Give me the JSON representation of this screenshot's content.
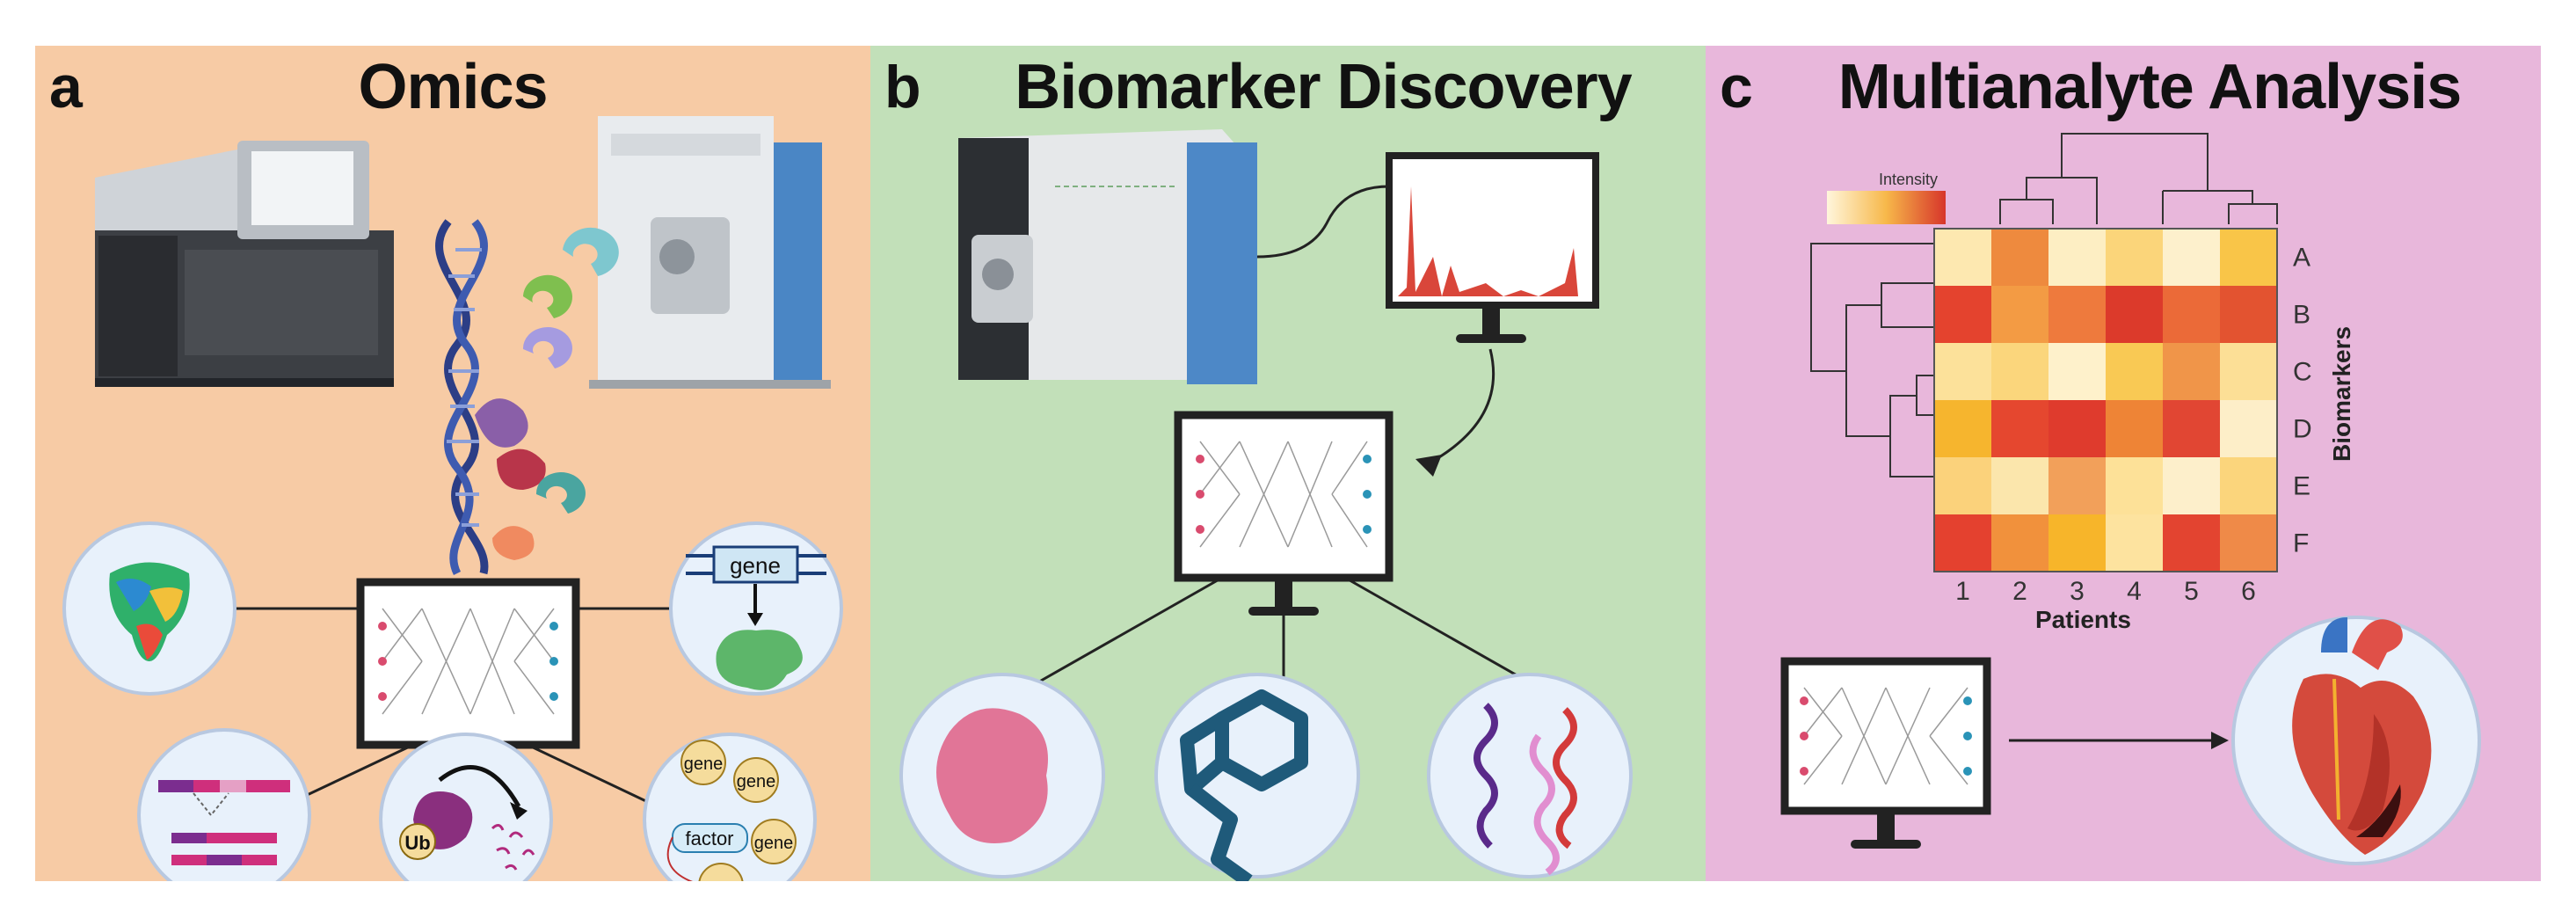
{
  "panels": [
    {
      "letter": "a",
      "title": "Omics"
    },
    {
      "letter": "b",
      "title": "Biomarker Discovery"
    },
    {
      "letter": "c",
      "title": "Multianalyte Analysis"
    }
  ],
  "omics_labels": {
    "gene_top": "gene",
    "ub": "Ub",
    "factor": "factor",
    "gene_nodes": [
      "gene",
      "gene",
      "gene",
      "gene"
    ]
  },
  "heatmap": {
    "legend_label": "Intensity",
    "row_labels": [
      "A",
      "B",
      "C",
      "D",
      "E",
      "F"
    ],
    "col_labels": [
      "1",
      "2",
      "3",
      "4",
      "5",
      "6"
    ],
    "x_title": "Patients",
    "y_title": "Biomarkers",
    "colors": [
      [
        "#fde8b0",
        "#ee8a3e",
        "#fdeec3",
        "#fbd57a",
        "#fdf0cc",
        "#f9c548"
      ],
      [
        "#e4432e",
        "#f39b44",
        "#ee7a3d",
        "#dc3a2b",
        "#eb6a38",
        "#e35330"
      ],
      [
        "#fce19a",
        "#fbd67c",
        "#fef1cb",
        "#f9c954",
        "#f09549",
        "#fcdf96"
      ],
      [
        "#f6b52e",
        "#e5472f",
        "#df3b2d",
        "#ee8436",
        "#e14633",
        "#fdeec8"
      ],
      [
        "#fbd27b",
        "#fbe6ac",
        "#f2a05a",
        "#fde198",
        "#fdefcb",
        "#fbd57c"
      ],
      [
        "#e4412f",
        "#f1913c",
        "#f7b52a",
        "#fde39f",
        "#e34430",
        "#ef8a48"
      ]
    ]
  },
  "colors": {
    "panel_a": "#f7cba5",
    "panel_b": "#c2e0b9",
    "panel_c": "#e8b7db"
  }
}
